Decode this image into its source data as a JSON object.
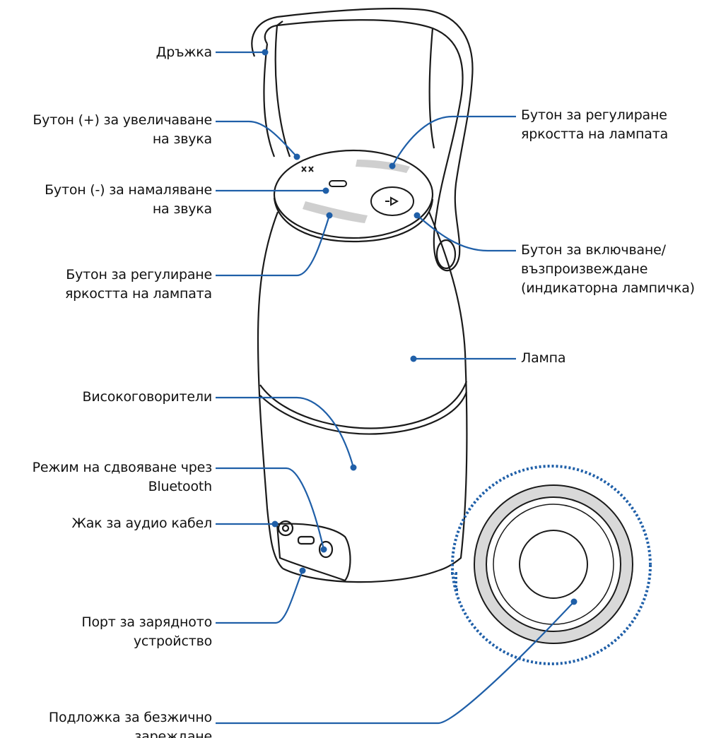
{
  "labels": {
    "handle": "Дръжка",
    "vol_up": "Бутон (+) за увеличаване\nна звука",
    "vol_down": "Бутон (-) за намаляване\nна звука",
    "brightness_left": "Бутон за регулиране\nяркостта на лампата",
    "speakers": "Високоговорители",
    "bt_pairing": "Режим на сдвояване чрез\nBluetooth",
    "audio_jack": "Жак за аудио кабел",
    "charge_port": "Порт за зарядното\nустройство",
    "wireless_pad": "Подложка за безжично\nзареждане",
    "brightness_right": "Бутон за регулиране\nяркостта на лампата",
    "power_play": "Бутон за включване/\nвъзпроизвеждане\n(индикаторна лампичка)",
    "lamp": "Лампа"
  },
  "colors": {
    "leader": "#1f5fa8",
    "outline": "#1a1a1a",
    "dotted": "#1f5fa8",
    "base_ring": "#d9d9d9"
  }
}
